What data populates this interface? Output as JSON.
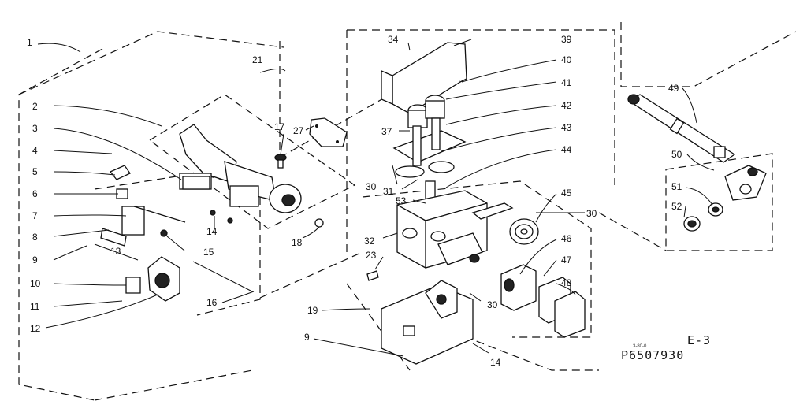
{
  "diagram": {
    "figure_id": "E-3",
    "part_number": "P6507930",
    "small_code": "3-80-0",
    "callouts": [
      {
        "id": "c1",
        "text": "1"
      },
      {
        "id": "c2",
        "text": "2"
      },
      {
        "id": "c3",
        "text": "3"
      },
      {
        "id": "c4",
        "text": "4"
      },
      {
        "id": "c5",
        "text": "5"
      },
      {
        "id": "c6",
        "text": "6"
      },
      {
        "id": "c7",
        "text": "7"
      },
      {
        "id": "c8",
        "text": "8"
      },
      {
        "id": "c9a",
        "text": "9"
      },
      {
        "id": "c10",
        "text": "10"
      },
      {
        "id": "c11",
        "text": "11"
      },
      {
        "id": "c12",
        "text": "12"
      },
      {
        "id": "c13",
        "text": "13"
      },
      {
        "id": "c14a",
        "text": "14"
      },
      {
        "id": "c15",
        "text": "15"
      },
      {
        "id": "c16",
        "text": "16"
      },
      {
        "id": "c17",
        "text": "17"
      },
      {
        "id": "c18",
        "text": "18"
      },
      {
        "id": "c19",
        "text": "19"
      },
      {
        "id": "c9b",
        "text": "9"
      },
      {
        "id": "c14b",
        "text": "14"
      },
      {
        "id": "c21",
        "text": "21"
      },
      {
        "id": "c27",
        "text": "27"
      },
      {
        "id": "c30a",
        "text": "30"
      },
      {
        "id": "c31",
        "text": "31"
      },
      {
        "id": "c32",
        "text": "32"
      },
      {
        "id": "c23",
        "text": "23"
      },
      {
        "id": "c53",
        "text": "53"
      },
      {
        "id": "c30b",
        "text": "30"
      },
      {
        "id": "c30c",
        "text": "30"
      },
      {
        "id": "c34",
        "text": "34"
      },
      {
        "id": "c37",
        "text": "37"
      },
      {
        "id": "c39",
        "text": "39"
      },
      {
        "id": "c40",
        "text": "40"
      },
      {
        "id": "c41",
        "text": "41"
      },
      {
        "id": "c42",
        "text": "42"
      },
      {
        "id": "c43",
        "text": "43"
      },
      {
        "id": "c44",
        "text": "44"
      },
      {
        "id": "c45",
        "text": "45"
      },
      {
        "id": "c46",
        "text": "46"
      },
      {
        "id": "c47",
        "text": "47"
      },
      {
        "id": "c48",
        "text": "48"
      },
      {
        "id": "c49",
        "text": "49"
      },
      {
        "id": "c50",
        "text": "50"
      },
      {
        "id": "c51",
        "text": "51"
      },
      {
        "id": "c52",
        "text": "52"
      }
    ]
  }
}
